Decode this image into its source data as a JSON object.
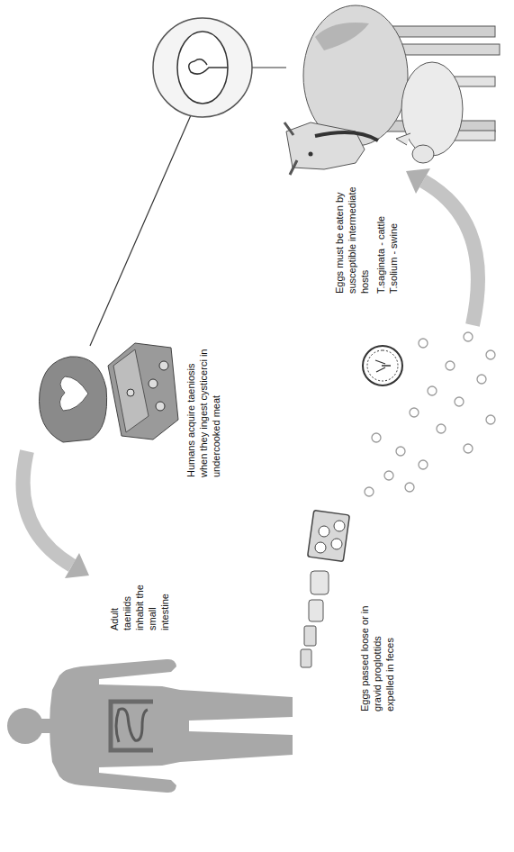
{
  "diagram": {
    "labels": [
      "Adult taeniids inhabit the small intestine",
      "Humans acquire taeniosis when they ingest cysticerci in undercooked meat",
      "Eggs passed loose or in gravid proglottids expelled in feces",
      "Eggs must be eaten by susceptible intermediate hosts",
      "T.saginata - cattle",
      "T.solium - swine"
    ]
  }
}
